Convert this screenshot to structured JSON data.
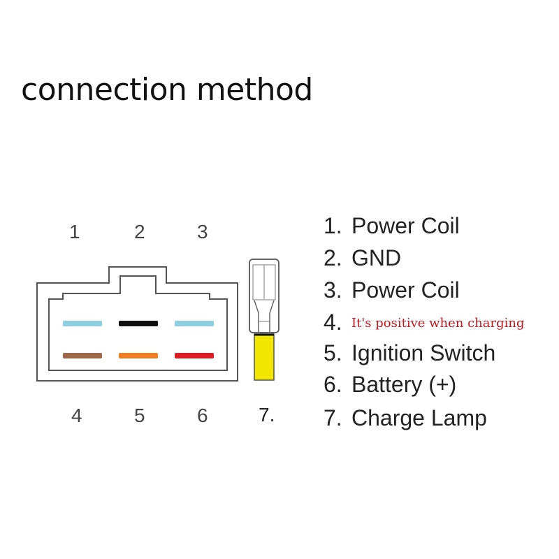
{
  "title": "connection method",
  "connector": {
    "top_pins": [
      "1",
      "2",
      "3"
    ],
    "bottom_pins": [
      "4",
      "5",
      "6"
    ],
    "terminal_pin": "7.",
    "wires": [
      {
        "pin": 1,
        "color": "#8ccfe0"
      },
      {
        "pin": 2,
        "color": "#111111"
      },
      {
        "pin": 3,
        "color": "#8ccfe0"
      },
      {
        "pin": 4,
        "color": "#a0664a"
      },
      {
        "pin": 5,
        "color": "#f47c20"
      },
      {
        "pin": 6,
        "color": "#e01b24"
      }
    ],
    "terminal_color": "#f2e600"
  },
  "legend": [
    {
      "num": "1.",
      "label": "Power Coil"
    },
    {
      "num": "2.",
      "label": "GND"
    },
    {
      "num": "3.",
      "label": "Power Coil"
    },
    {
      "num": "4.",
      "label": "",
      "note": "It's positive when charging",
      "note_color": "#c0181e"
    },
    {
      "num": "5.",
      "label": "Ignition Switch"
    },
    {
      "num": "6.",
      "label": "Battery (+)"
    },
    {
      "num": "7.",
      "label": "Charge Lamp"
    }
  ]
}
